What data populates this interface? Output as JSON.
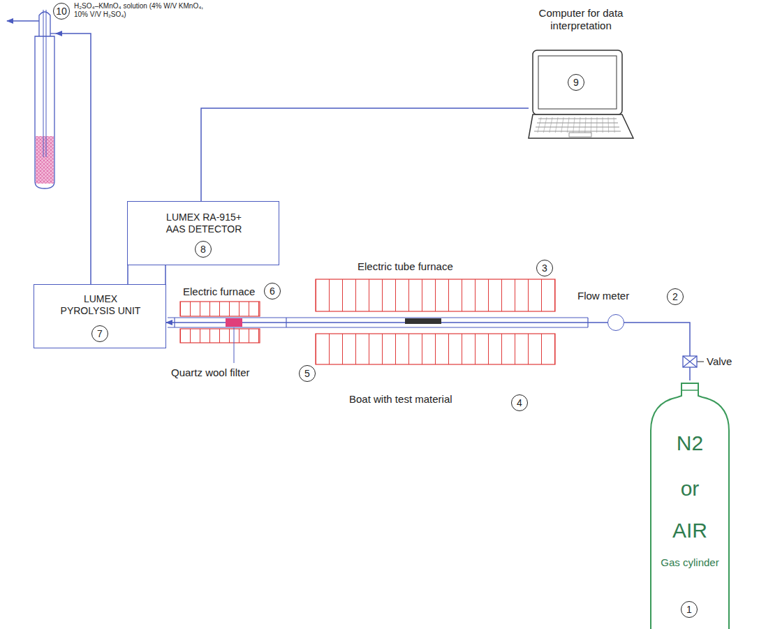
{
  "diagram": {
    "nodes": [
      {
        "text": [
          "N2",
          "or",
          "AIR",
          "Gas cylinder",
          "1"
        ]
      },
      {
        "text": [
          "Flow meter",
          "2"
        ]
      },
      {
        "text": [
          "LUMEX PYROLYSIS UNIT",
          "7"
        ]
      },
      {
        "text": [
          "LUMEX RA-915+ AAS DETECTOR",
          "8"
        ]
      },
      {
        "text": [
          "Computer for data interpretation",
          "9"
        ]
      },
      {
        "text": [
          "10",
          "H₂SO₄–KMnO₄ solution (4% W/V KMnO₄, 10% V/V H₂SO₄)"
        ]
      }
    ],
    "edges": [
      {
        "from": 0,
        "to": 1,
        "arrow": "none"
      },
      {
        "from": 1,
        "to": 2,
        "arrow": "to"
      },
      {
        "from": 2,
        "to": 5,
        "arrow": "to"
      },
      {
        "from": 3,
        "to": 4,
        "arrow": "none"
      }
    ],
    "labels": [
      "Electric tube furnace",
      "3",
      "Electric furnace",
      "6",
      "Quartz wool filter",
      "5",
      "Boat with test material",
      "4",
      "Valve"
    ]
  }
}
